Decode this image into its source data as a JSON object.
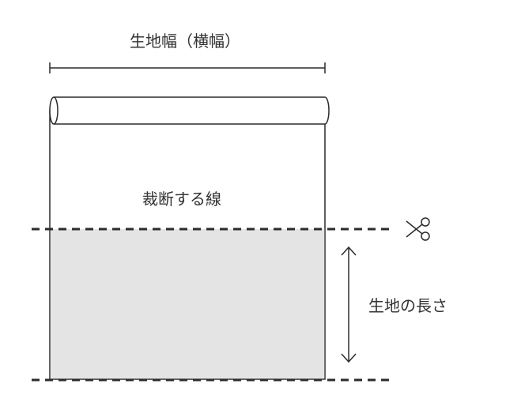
{
  "labels": {
    "fabric_width": "生地幅（横幅）",
    "cut_line": "裁断する線",
    "fabric_length": "生地の長さ"
  },
  "icons": {
    "scissors": "scissors-icon"
  },
  "colors": {
    "stroke": "#2b2b2b",
    "fill_cut_area": "#e4e4e4",
    "text": "#333333"
  }
}
